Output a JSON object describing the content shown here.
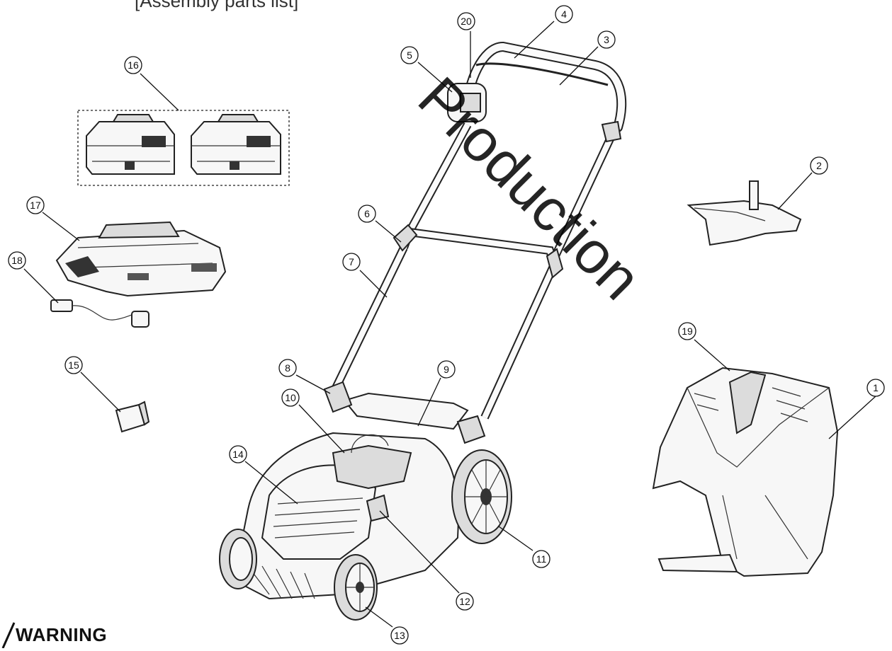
{
  "header": {
    "fragment": "[Assembly parts list]"
  },
  "watermark": {
    "text": "Production"
  },
  "warning": {
    "label": "WARNING"
  },
  "callouts": [
    {
      "id": "1",
      "part": "grass-catcher-box"
    },
    {
      "id": "2",
      "part": "mulching-plug"
    },
    {
      "id": "3",
      "part": "safety-bar"
    },
    {
      "id": "4",
      "part": "upper-handle"
    },
    {
      "id": "5",
      "part": "cable-clip"
    },
    {
      "id": "6",
      "part": "quick-release-lever"
    },
    {
      "id": "7",
      "part": "lower-handle"
    },
    {
      "id": "8",
      "part": "handle-mount"
    },
    {
      "id": "9",
      "part": "rear-flap"
    },
    {
      "id": "10",
      "part": "battery-cover"
    },
    {
      "id": "11",
      "part": "rear-wheel"
    },
    {
      "id": "12",
      "part": "height-adjust-lever"
    },
    {
      "id": "13",
      "part": "front-wheel"
    },
    {
      "id": "14",
      "part": "mower-deck"
    },
    {
      "id": "15",
      "part": "safety-key"
    },
    {
      "id": "16",
      "part": "battery-pack-x2"
    },
    {
      "id": "17",
      "part": "battery-charger"
    },
    {
      "id": "18",
      "part": "power-cord"
    },
    {
      "id": "19",
      "part": "catcher-handle"
    },
    {
      "id": "20",
      "part": "switch-box"
    }
  ]
}
